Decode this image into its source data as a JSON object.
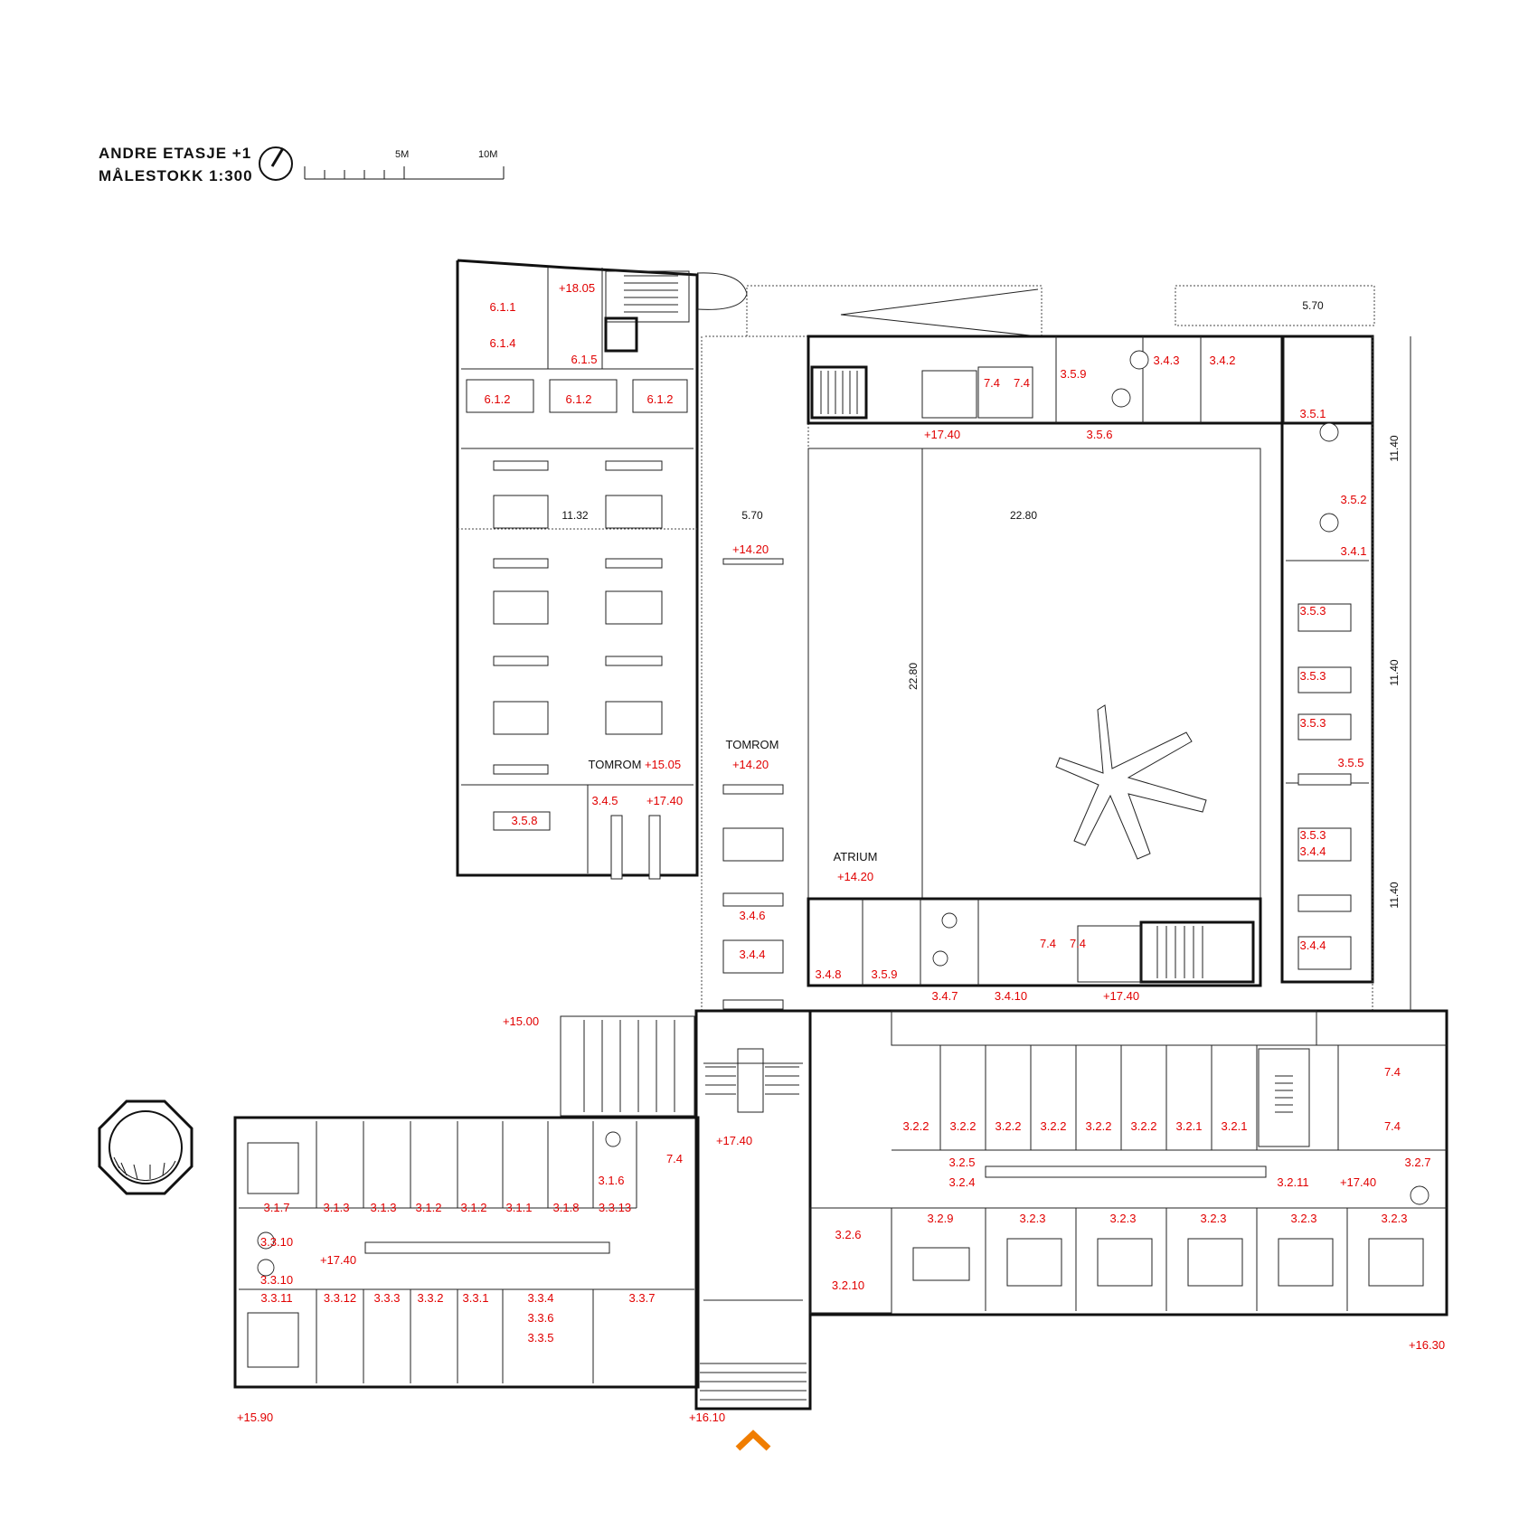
{
  "header": {
    "title": "ANDRE ETASJE +1",
    "scale": "MÅLESTOKK 1:300",
    "scale_bar": {
      "label_mid": "5M",
      "label_end": "10M"
    }
  },
  "colors": {
    "room_label": "#e10000",
    "entrance_arrow": "#f07d00",
    "wall": "#111111"
  },
  "icons": {
    "north": "north-arrow-icon",
    "entrance": "entrance-arrow-icon",
    "stair_tower": "spiral-stair-icon"
  },
  "labels": {
    "tomrom": "TOMROM",
    "atrium": "ATRIUM"
  },
  "elevations": {
    "e1805": "+18.05",
    "e1740_a": "+17.40",
    "e1420_a": "+14.20",
    "e1505": "+15.05",
    "e1420_b": "+14.20",
    "e1740_b": "+17.40",
    "e1420_c": "+14.20",
    "e1740_c": "+17.40",
    "e1500": "+15.00",
    "e1740_d": "+17.40",
    "e1740_e": "+17.40",
    "e1740_f": "+17.40",
    "e1630": "+16.30",
    "e1590": "+15.90",
    "e1610": "+16.10"
  },
  "dimensions": {
    "d570_top": "5.70",
    "d1132": "11.32",
    "d570_mid": "5.70",
    "d2280_h": "22.80",
    "d2280_v": "22.80",
    "d1140_a": "11.40",
    "d1140_b": "11.40",
    "d1140_c": "11.40"
  },
  "rooms": {
    "r611": "6.1.1",
    "r614": "6.1.4",
    "r615": "6.1.5",
    "r612a": "6.1.2",
    "r612b": "6.1.2",
    "r612c": "6.1.2",
    "r358": "3.5.8",
    "r345": "3.4.5",
    "r74a": "7.4",
    "r74b": "7.4",
    "r359a": "3.5.9",
    "r356": "3.5.6",
    "r343": "3.4.3",
    "r342": "3.4.2",
    "r351": "3.5.1",
    "r352": "3.5.2",
    "r341": "3.4.1",
    "r353a": "3.5.3",
    "r353b": "3.5.3",
    "r353c": "3.5.3",
    "r355": "3.5.5",
    "r353d": "3.5.3",
    "r344a": "3.4.4",
    "r344b": "3.4.4",
    "r346": "3.4.6",
    "r344c": "3.4.4",
    "r348": "3.4.8",
    "r359b": "3.5.9",
    "r347": "3.4.7",
    "r3410": "3.4.10",
    "r74c": "7.4",
    "r74d": "7.4",
    "r74e": "7.4",
    "r316": "3.1.6",
    "r3313": "3.3.13",
    "r317": "3.1.7",
    "r313a": "3.1.3",
    "r313b": "3.1.3",
    "r312a": "3.1.2",
    "r312b": "3.1.2",
    "r311": "3.1.1",
    "r318": "3.1.8",
    "r3310a": "3.3.10",
    "r3310b": "3.3.10",
    "r3311": "3.3.11",
    "r3312": "3.3.12",
    "r333": "3.3.3",
    "r332": "3.3.2",
    "r331": "3.3.1",
    "r334": "3.3.4",
    "r336": "3.3.6",
    "r335": "3.3.5",
    "r337": "3.3.7",
    "r322a": "3.2.2",
    "r322b": "3.2.2",
    "r322c": "3.2.2",
    "r322d": "3.2.2",
    "r322e": "3.2.2",
    "r322f": "3.2.2",
    "r321a": "3.2.1",
    "r321b": "3.2.1",
    "r74f": "7.4",
    "r74g": "7.4",
    "r325": "3.2.5",
    "r324": "3.2.4",
    "r3211": "3.2.11",
    "r327": "3.2.7",
    "r326": "3.2.6",
    "r3210": "3.2.10",
    "r329": "3.2.9",
    "r323a": "3.2.3",
    "r323b": "3.2.3",
    "r323c": "3.2.3",
    "r323d": "3.2.3",
    "r323e": "3.2.3"
  }
}
